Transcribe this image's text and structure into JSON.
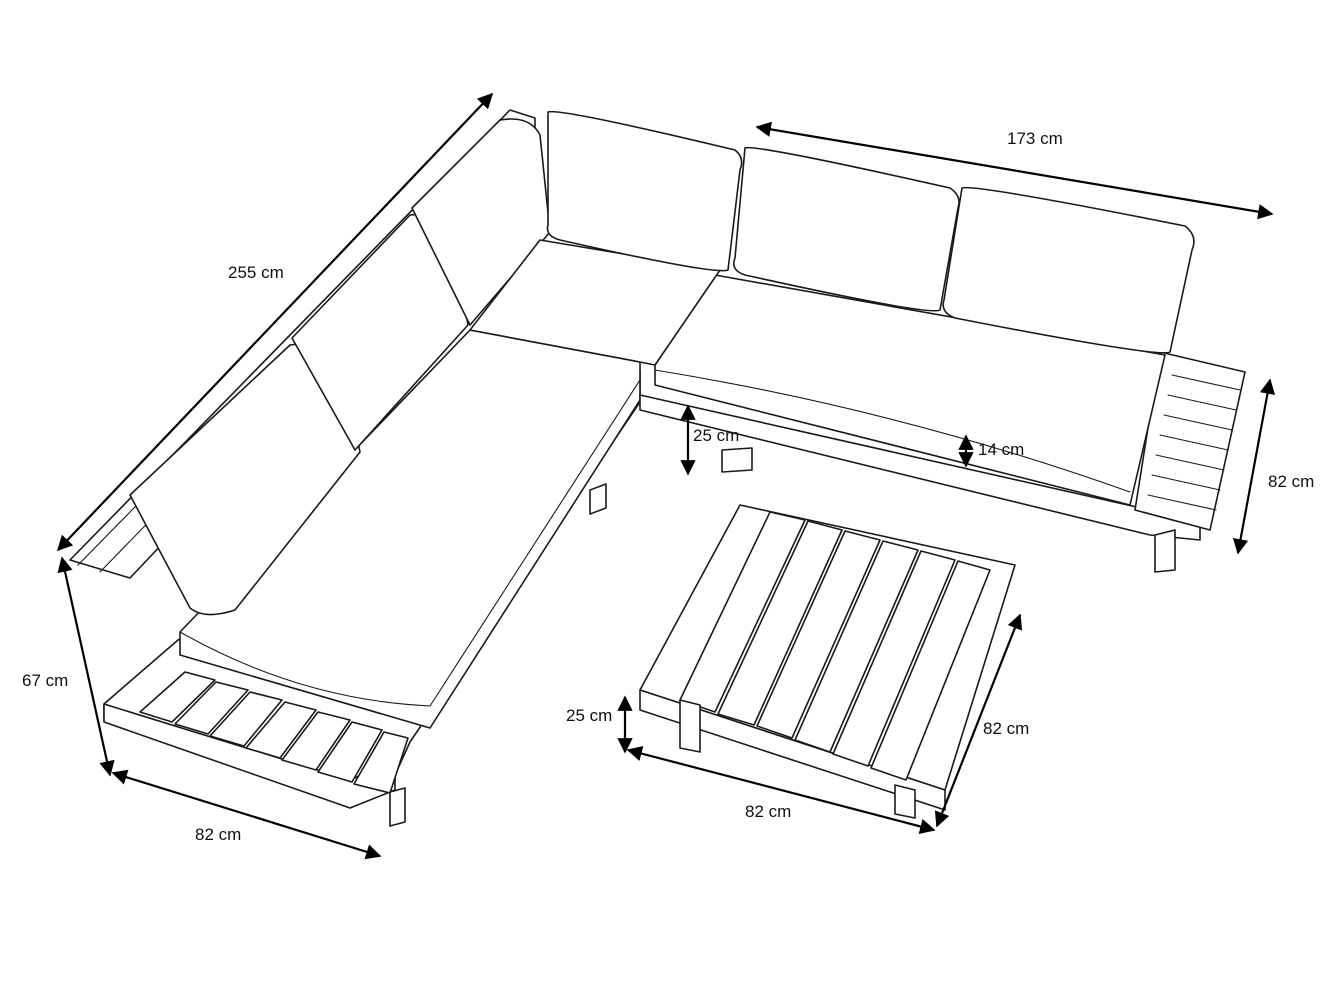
{
  "dimensions": {
    "sofa_length": "255 cm",
    "sofa_right_length": "173 cm",
    "sofa_depth_right": "82 cm",
    "sofa_height": "67 cm",
    "sofa_depth_left": "82 cm",
    "leg_height": "25 cm",
    "seat_thickness": "14 cm",
    "table_height": "25 cm",
    "table_width": "82 cm",
    "table_depth": "82 cm"
  },
  "colors": {
    "line": "#1a1a1a",
    "background": "#ffffff"
  }
}
